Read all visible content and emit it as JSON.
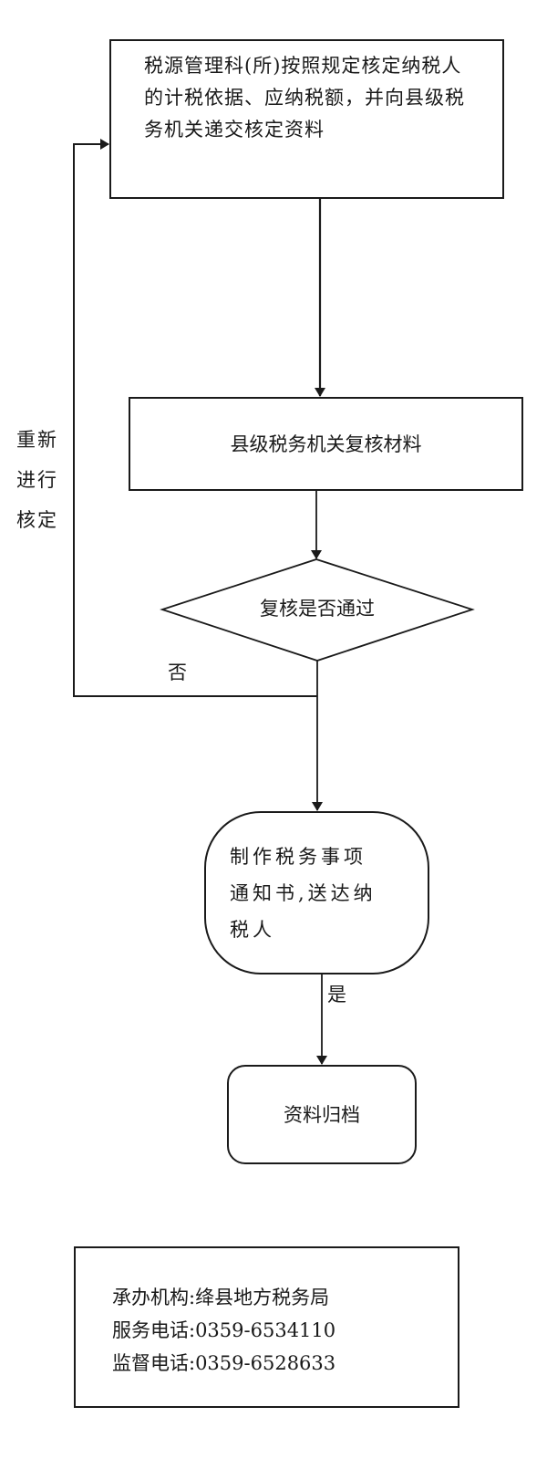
{
  "flowchart": {
    "steps": {
      "assess": {
        "text": "税源管理科(所)按照规定核定纳税人的计税依据、应纳税额，并向县级税务机关递交核定资料"
      },
      "review": {
        "text": "县级税务机关复核材料"
      },
      "decision": {
        "text": "复核是否通过"
      },
      "notify": {
        "lines": [
          "制作税务事项",
          "通知书,送达纳",
          "税人"
        ]
      },
      "archive": {
        "text": "资料归档"
      }
    },
    "edges": {
      "redo_label_lines": [
        "重新",
        "进行",
        "核定"
      ],
      "no_label": "否",
      "yes_label": "是"
    }
  },
  "info_box": {
    "lines": [
      "承办机构:绛县地方税务局",
      "服务电话:0359-6534110",
      "监督电话:0359-6528633"
    ]
  },
  "colors": {
    "stroke": "#1a1a1a",
    "background": "#ffffff"
  }
}
